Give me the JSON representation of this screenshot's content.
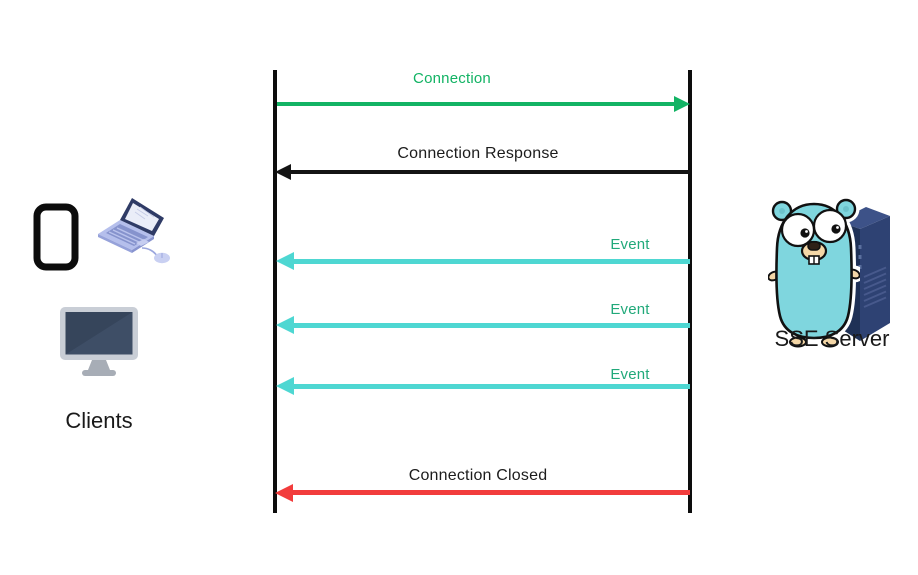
{
  "diagram": {
    "type": "sequence-diagram",
    "background_color": "#ffffff",
    "lifeline_color": "#0d0d0d",
    "left_actor": {
      "label": "Clients",
      "icons": [
        "phone-icon",
        "laptop-icon",
        "monitor-icon"
      ]
    },
    "right_actor": {
      "label": "SSE Server",
      "icons": [
        "gopher-icon",
        "server-tower-icon"
      ]
    },
    "messages": [
      {
        "id": "connection",
        "label": "Connection",
        "from": "client",
        "to": "server",
        "direction": "right",
        "arrow_color": "#12b364",
        "label_color": "#12b364"
      },
      {
        "id": "connection-response",
        "label": "Connection Response",
        "from": "server",
        "to": "client",
        "direction": "left",
        "arrow_color": "#141414",
        "label_color": "#1c1c1c"
      },
      {
        "id": "event-1",
        "label": "Event",
        "from": "server",
        "to": "client",
        "direction": "left",
        "arrow_color": "#4ed7d2",
        "label_color": "#21a97a"
      },
      {
        "id": "event-2",
        "label": "Event",
        "from": "server",
        "to": "client",
        "direction": "left",
        "arrow_color": "#4ed7d2",
        "label_color": "#21a97a"
      },
      {
        "id": "event-3",
        "label": "Event",
        "from": "server",
        "to": "client",
        "direction": "left",
        "arrow_color": "#4ed7d2",
        "label_color": "#21a97a"
      },
      {
        "id": "connection-closed",
        "label": "Connection Closed",
        "from": "server",
        "to": "client",
        "direction": "left",
        "arrow_color": "#f23c3c",
        "label_color": "#1c1c1c"
      }
    ]
  }
}
